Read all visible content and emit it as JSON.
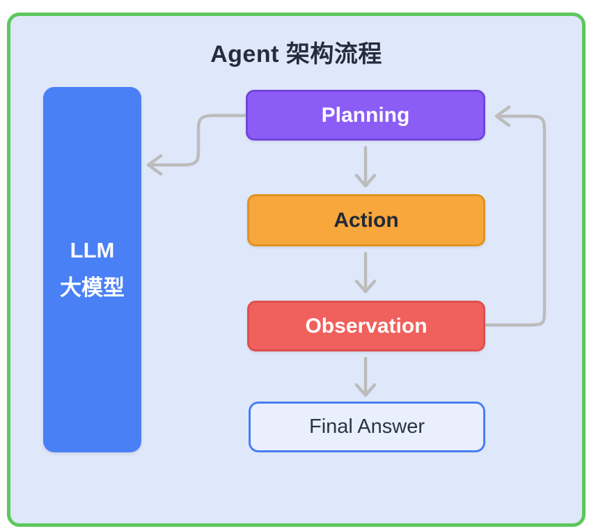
{
  "title": "Agent 架构流程",
  "colors": {
    "frame_border": "#5dc75d",
    "canvas_bg": "#dfe7fa",
    "arrow": "#bcbcbc",
    "llm_fill": "#4a80f5",
    "planning_fill": "#8b5cf6",
    "action_fill": "#f8a73c",
    "observation_fill": "#f0605d",
    "final_answer_fill": "#e9effc",
    "final_answer_border": "#477ef2"
  },
  "nodes": {
    "llm": {
      "lines": [
        "LLM",
        "大模型"
      ]
    },
    "planning": {
      "label": "Planning"
    },
    "action": {
      "label": "Action"
    },
    "observation": {
      "label": "Observation"
    },
    "final_answer": {
      "label": "Final Answer"
    }
  },
  "edges": [
    {
      "from": "planning",
      "to": "action"
    },
    {
      "from": "action",
      "to": "observation"
    },
    {
      "from": "observation",
      "to": "final_answer"
    },
    {
      "from": "observation",
      "to": "planning"
    },
    {
      "from": "planning",
      "to": "llm"
    }
  ]
}
